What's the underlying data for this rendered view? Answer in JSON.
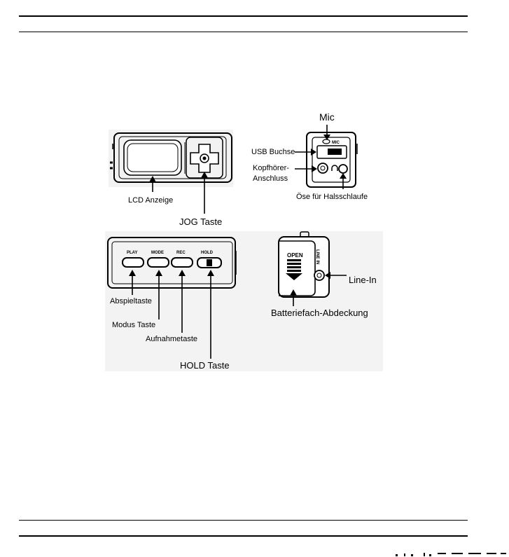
{
  "labels": {
    "mic": "Mic",
    "usb": "USB Buchse",
    "headphone_l1": "Kopfhörer-",
    "headphone_l2": "Anschluss",
    "lanyard": "Öse für Halsschlaufe",
    "lcd": "LCD Anzeige",
    "jog": "JOG Taste",
    "play_key": "Abspieltaste",
    "mode_key": "Modus Taste",
    "rec_key": "Aufnahmetaste",
    "hold_key": "HOLD Taste",
    "battery": "Batteriefach-Abdeckung",
    "line_in": "Line-In"
  },
  "device_print": {
    "btn_play": "PLAY",
    "btn_mode": "MODE",
    "btn_rec": "REC",
    "btn_hold": "HOLD",
    "open": "OPEN",
    "line_in_jack": "LINE IN",
    "mic_small": "MIC"
  }
}
